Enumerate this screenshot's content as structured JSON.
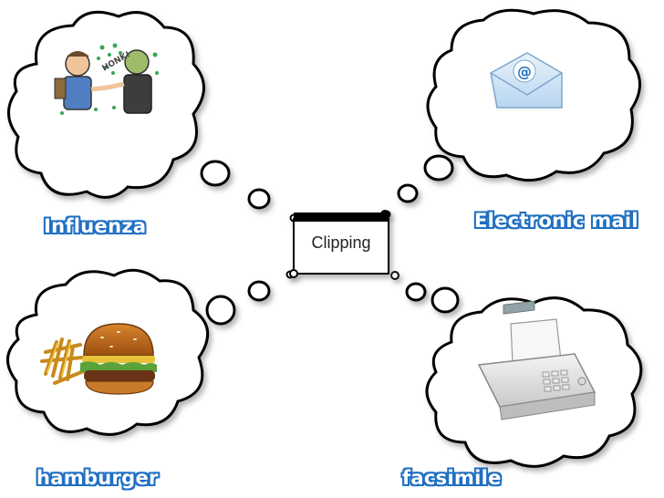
{
  "center": {
    "label": "Clipping"
  },
  "bubbles": [
    {
      "id": "influenza",
      "label": "Influenza",
      "icon": "sick-people-illustration-icon"
    },
    {
      "id": "email",
      "label": "Electronic mail",
      "icon": "email-envelope-icon"
    },
    {
      "id": "hamburger",
      "label": "hamburger",
      "icon": "hamburger-fries-icon"
    },
    {
      "id": "facsimile",
      "label": "facsimile",
      "icon": "fax-machine-icon"
    }
  ],
  "colors": {
    "label_outline": "#1f6fc2",
    "cloud_stroke": "#000000",
    "cloud_shadow": "#9a9a9a"
  }
}
